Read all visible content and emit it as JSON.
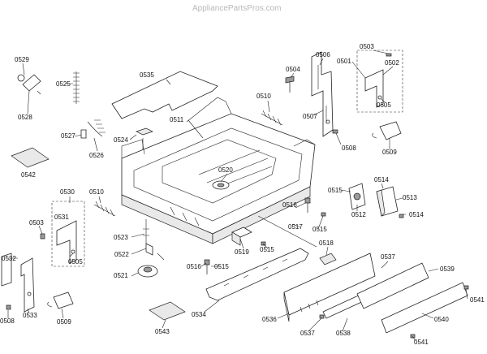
{
  "watermark": "AppliancePartsPros.com",
  "part_labels": [
    {
      "key": "0529",
      "text": "0529"
    },
    {
      "key": "0528",
      "text": "0528"
    },
    {
      "key": "0525",
      "text": "0525"
    },
    {
      "key": "0535",
      "text": "0535"
    },
    {
      "key": "0527",
      "text": "0527"
    },
    {
      "key": "0526",
      "text": "0526"
    },
    {
      "key": "0524",
      "text": "0524"
    },
    {
      "key": "0511",
      "text": "0511"
    },
    {
      "key": "0542",
      "text": "0542"
    },
    {
      "key": "0510a",
      "text": "0510"
    },
    {
      "key": "0504",
      "text": "0504"
    },
    {
      "key": "0506",
      "text": "0506"
    },
    {
      "key": "0501",
      "text": "0501"
    },
    {
      "key": "0503a",
      "text": "0503"
    },
    {
      "key": "0502",
      "text": "0502"
    },
    {
      "key": "0505a",
      "text": "0505"
    },
    {
      "key": "0507",
      "text": "0507"
    },
    {
      "key": "0508a",
      "text": "0508"
    },
    {
      "key": "0509a",
      "text": "0509"
    },
    {
      "key": "0520",
      "text": "0520"
    },
    {
      "key": "0530",
      "text": "0530"
    },
    {
      "key": "0510b",
      "text": "0510"
    },
    {
      "key": "0503b",
      "text": "0503"
    },
    {
      "key": "0531",
      "text": "0531"
    },
    {
      "key": "0505b",
      "text": "0505"
    },
    {
      "key": "0515a",
      "text": "0515"
    },
    {
      "key": "0514a",
      "text": "0514"
    },
    {
      "key": "0513",
      "text": "0513"
    },
    {
      "key": "0512",
      "text": "0512"
    },
    {
      "key": "0514b",
      "text": "0514"
    },
    {
      "key": "0516a",
      "text": "0516"
    },
    {
      "key": "0517",
      "text": "0517"
    },
    {
      "key": "0515b",
      "text": "0515"
    },
    {
      "key": "0523",
      "text": "0523"
    },
    {
      "key": "0522",
      "text": "0522"
    },
    {
      "key": "0521",
      "text": "0521"
    },
    {
      "key": "0519",
      "text": "0519"
    },
    {
      "key": "0515c",
      "text": "0515"
    },
    {
      "key": "0518",
      "text": "0518"
    },
    {
      "key": "0532",
      "text": "0532"
    },
    {
      "key": "0516b",
      "text": "0516"
    },
    {
      "key": "0515d",
      "text": "0515"
    },
    {
      "key": "0537a",
      "text": "0537"
    },
    {
      "key": "0539",
      "text": "0539"
    },
    {
      "key": "0533",
      "text": "0533"
    },
    {
      "key": "0509b",
      "text": "0509"
    },
    {
      "key": "0534",
      "text": "0534"
    },
    {
      "key": "0536",
      "text": "0536"
    },
    {
      "key": "0541a",
      "text": "0541"
    },
    {
      "key": "0508b",
      "text": "0508"
    },
    {
      "key": "0543",
      "text": "0543"
    },
    {
      "key": "0537b",
      "text": "0537"
    },
    {
      "key": "0538",
      "text": "0538"
    },
    {
      "key": "0540",
      "text": "0540"
    },
    {
      "key": "0541b",
      "text": "0541"
    }
  ]
}
